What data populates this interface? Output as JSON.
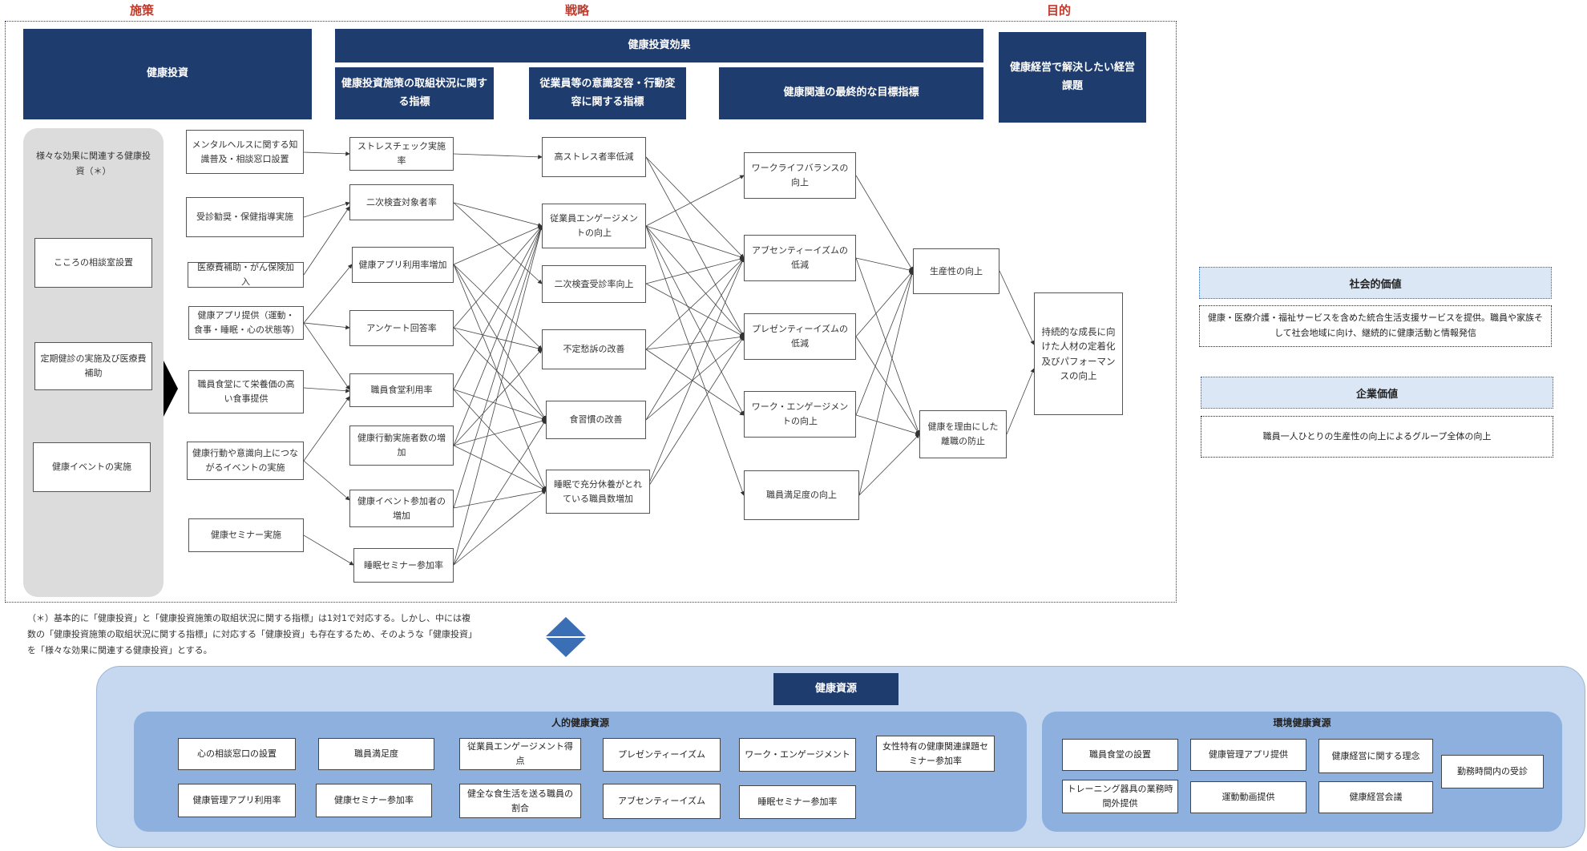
{
  "labels": {
    "policy": "施策",
    "strategy": "戦略",
    "purpose": "目的"
  },
  "headers": {
    "investment": "健康投資",
    "effect": "健康投資効果",
    "indicators_1": "健康投資施策の取組状況に関する指標",
    "indicators_2": "従業員等の意識変容・行動変容に関する指標",
    "indicators_3": "健康関連の最終的な目標指標",
    "issue": "健康経営で解決したい経営課題"
  },
  "gray_panel": {
    "caption": "様々な効果に関連する健康投資（＊）",
    "items": [
      "こころの相談室設置",
      "定期健診の実施及び医療費補助",
      "健康イベントの実施"
    ]
  },
  "col1": [
    "メンタルヘルスに関する知識普及・相談窓口設置",
    "受診勧奨・保健指導実施",
    "医療費補助・がん保険加入",
    "健康アプリ提供（運動・食事・睡眠・心の状態等）",
    "職員食堂にて栄養価の高い食事提供",
    "健康行動や意識向上につながるイベントの実施",
    "健康セミナー実施"
  ],
  "col2": [
    "ストレスチェック実施率",
    "二次検査対象者率",
    "健康アプリ利用率増加",
    "アンケート回答率",
    "職員食堂利用率",
    "健康行動実施者数の増加",
    "健康イベント参加者の増加",
    "睡眠セミナー参加率"
  ],
  "col3": [
    "高ストレス者率低減",
    "従業員エンゲージメントの向上",
    "二次検査受診率向上",
    "不定愁訴の改善",
    "食習慣の改善",
    "睡眠で充分休養がとれている職員数増加"
  ],
  "col4": [
    "ワークライフバランスの向上",
    "アブセンティーイズムの低減",
    "プレゼンティーイズムの低減",
    "ワーク・エンゲージメントの向上",
    "職員満足度の向上"
  ],
  "col5": [
    "生産性の向上",
    "健康を理由にした離職の防止"
  ],
  "final": "持続的な成長に向けた人材の定着化及びパフォーマンスの向上",
  "values": {
    "social_title": "社会的価値",
    "social_text": "健康・医療介護・福祉サービスを含めた統合生活支援サービスを提供。職員や家族そして社会地域に向け、継続的に健康活動と情報発信",
    "corporate_title": "企業価値",
    "corporate_text": "職員一人ひとりの生産性の向上によるグループ全体の向上"
  },
  "footnote": "（＊）基本的に「健康投資」と「健康投資施策の取組状況に関する指標」は1対1で対応する。しかし、中には複数の「健康投資施策の取組状況に関する指標」に対応する「健康投資」も存在するため、そのような「健康投資」を「様々な効果に関連する健康投資」とする。",
  "resources": {
    "title": "健康資源",
    "human_title": "人的健康資源",
    "human_items": [
      "心の相談窓口の設置",
      "職員満足度",
      "従業員エンゲージメント得点",
      "プレゼンティーイズム",
      "ワーク・エンゲージメント",
      "女性特有の健康関連課題セミナー参加率",
      "健康管理アプリ利用率",
      "健康セミナー参加率",
      "健全な食生活を送る職員の割合",
      "アブセンティーイズム",
      "睡眠セミナー参加率"
    ],
    "env_title": "環境健康資源",
    "env_items": [
      "職員食堂の設置",
      "健康管理アプリ提供",
      "健康経営に関する理念",
      "勤務時間内の受診",
      "トレーニング器具の業務時間外提供",
      "運動動画提供",
      "健康経営会議"
    ]
  },
  "colors": {
    "navy": "#1f3c6e",
    "label_red": "#c0392b",
    "light_blue": "#c5d8ef",
    "mid_blue": "#8db0df"
  }
}
